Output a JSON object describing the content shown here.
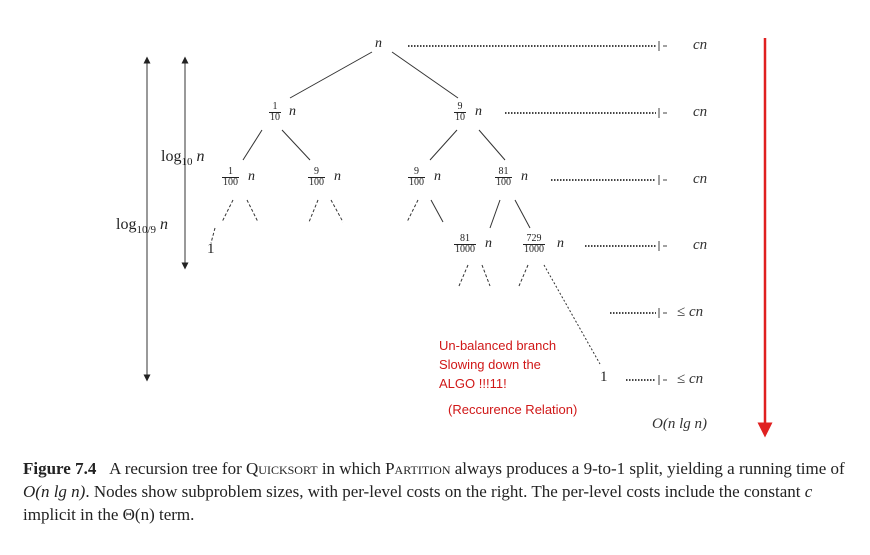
{
  "tree": {
    "root": "n",
    "level1": [
      {
        "num": "1",
        "den": "10",
        "var": "n"
      },
      {
        "num": "9",
        "den": "10",
        "var": "n"
      }
    ],
    "level2": [
      {
        "num": "1",
        "den": "100",
        "var": "n"
      },
      {
        "num": "9",
        "den": "100",
        "var": "n"
      },
      {
        "num": "9",
        "den": "100",
        "var": "n"
      },
      {
        "num": "81",
        "den": "100",
        "var": "n"
      }
    ],
    "level3": [
      {
        "num": "81",
        "den": "1000",
        "var": "n"
      },
      {
        "num": "729",
        "den": "1000",
        "var": "n"
      }
    ],
    "leaf_left": "1",
    "leaf_right": "1"
  },
  "depth_labels": {
    "short": {
      "base": "log",
      "sub": "10",
      "var": "n"
    },
    "long": {
      "base": "log",
      "sub": "10/9",
      "var": "n"
    }
  },
  "costs": [
    "cn",
    "cn",
    "cn",
    "cn",
    "≤ cn",
    "≤ cn"
  ],
  "total": "O(n lg n)",
  "annotation": {
    "lines": [
      "Un-balanced branch",
      "Slowing down the",
      "ALGO !!!11!"
    ],
    "relation": "(Reccurence Relation)",
    "color": "#d01818"
  },
  "caption": {
    "label": "Figure 7.4",
    "t1": "A recursion tree for ",
    "quicksort": "Quicksort",
    "t2": " in which ",
    "partition": "Partition",
    "t3": " always produces a 9-to-1 split, yielding a running time of ",
    "t4": "O(n lg n)",
    "t5": ". Nodes show subproblem sizes, with per-level costs on the right. The per-level costs include the constant ",
    "t6": "c",
    "t7": " implicit in the ",
    "t8": "Θ(n)",
    "t9": " term."
  }
}
